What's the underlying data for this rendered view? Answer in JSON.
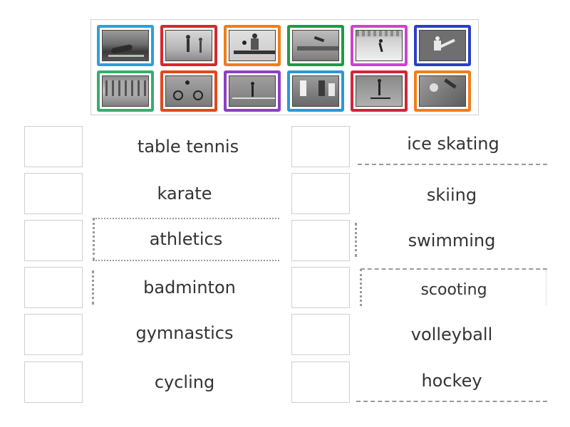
{
  "photos": [
    {
      "icon": "swimmer-photo",
      "frame": "#2aa1dc"
    },
    {
      "icon": "runner-photo",
      "frame": "#d6282f"
    },
    {
      "icon": "table-tennis-photo",
      "frame": "#ef7d1a"
    },
    {
      "icon": "gymnastics-mat-photo",
      "frame": "#1d9b48"
    },
    {
      "icon": "ice-skater-photo",
      "frame": "#cc44cc"
    },
    {
      "icon": "karate-photo",
      "frame": "#2c3fc4"
    },
    {
      "icon": "stadium-photo",
      "frame": "#34ae6c"
    },
    {
      "icon": "cyclist-photo",
      "frame": "#e2471e"
    },
    {
      "icon": "badminton-photo",
      "frame": "#8d3fc6"
    },
    {
      "icon": "hockey-photo",
      "frame": "#2b97d9"
    },
    {
      "icon": "scooter-photo",
      "frame": "#d3243a"
    },
    {
      "icon": "volleyball-photo",
      "frame": "#f07e1b"
    }
  ],
  "left_words": [
    "table tennis",
    "karate",
    "athletics",
    "badminton",
    "gymnastics",
    "cycling"
  ],
  "right_words": [
    "ice skating",
    "skiing",
    "swimming",
    "scooting",
    "volleyball",
    "hockey"
  ]
}
